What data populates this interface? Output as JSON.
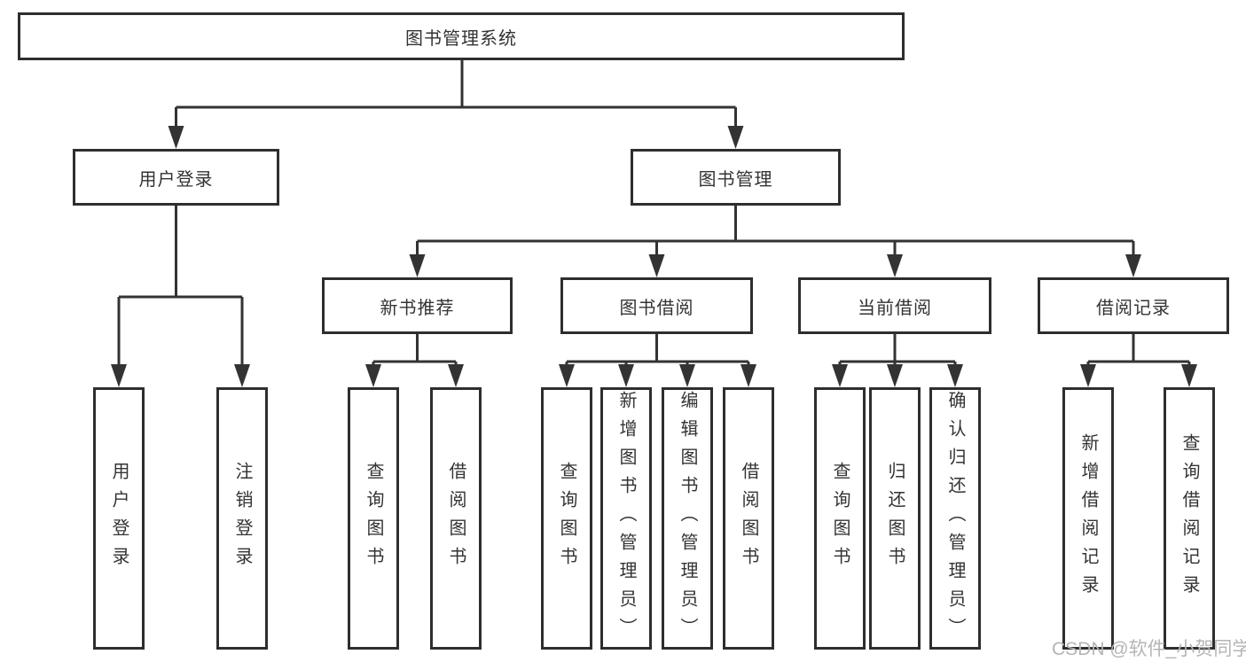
{
  "tree": {
    "label": "图书管理系统",
    "children": [
      {
        "label": "用户登录",
        "children": [
          {
            "label": "用户登录"
          },
          {
            "label": "注销登录"
          }
        ]
      },
      {
        "label": "图书管理",
        "children": [
          {
            "label": "新书推荐",
            "children": [
              {
                "label": "查询图书"
              },
              {
                "label": "借阅图书"
              }
            ]
          },
          {
            "label": "图书借阅",
            "children": [
              {
                "label": "查询图书"
              },
              {
                "label": "新增图书（管理员）"
              },
              {
                "label": "编辑图书（管理员）"
              },
              {
                "label": "借阅图书"
              }
            ]
          },
          {
            "label": "当前借阅",
            "children": [
              {
                "label": "查询图书"
              },
              {
                "label": "归还图书"
              },
              {
                "label": "确认归还（管理员）"
              }
            ]
          },
          {
            "label": "借阅记录",
            "children": [
              {
                "label": "新增借阅记录"
              },
              {
                "label": "查询借阅记录"
              }
            ]
          }
        ]
      }
    ]
  },
  "watermark": {
    "text": "CSDN @软件_小贺同学"
  },
  "colors": {
    "line": "#333333",
    "box_border": "#2e2e2e",
    "text": "#333333",
    "watermark": "#b5b5b5",
    "background": "#ffffff"
  }
}
